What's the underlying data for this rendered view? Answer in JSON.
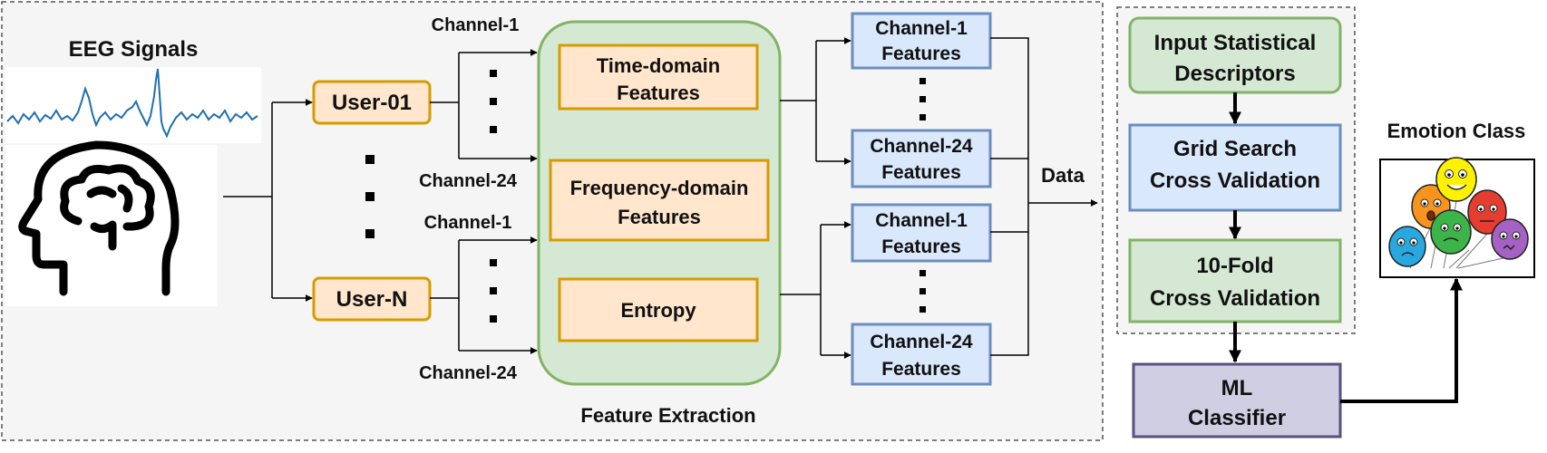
{
  "signal_panel": {
    "title": "EEG Signals"
  },
  "users": [
    {
      "label": "User-01"
    },
    {
      "label": "User-N"
    }
  ],
  "channel_labels": {
    "top_user_first": "Channel-1",
    "top_user_last": "Channel-24",
    "bottom_user_first": "Channel-1",
    "bottom_user_last": "Channel-24"
  },
  "feature_extraction": {
    "caption": "Feature Extraction",
    "boxes": [
      {
        "line1": "Time-domain",
        "line2": "Features"
      },
      {
        "line1": "Frequency-domain",
        "line2": "Features"
      },
      {
        "line1": "Entropy",
        "line2": ""
      }
    ]
  },
  "channel_features": [
    {
      "line1": "Channel-1",
      "line2": "Features"
    },
    {
      "line1": "Channel-24",
      "line2": "Features"
    },
    {
      "line1": "Channel-1",
      "line2": "Features"
    },
    {
      "line1": "Channel-24",
      "line2": "Features"
    }
  ],
  "data_label": "Data",
  "pipeline": {
    "boxes": [
      {
        "line1": "Input Statistical",
        "line2": "Descriptors"
      },
      {
        "line1": "Grid Search",
        "line2": "Cross Validation"
      },
      {
        "line1": "10-Fold",
        "line2": "Cross Validation"
      }
    ],
    "classifier": {
      "line1": "ML",
      "line2": "Classifier"
    }
  },
  "output": {
    "title": "Emotion Class"
  },
  "colors": {
    "orange_fill": "#ffe6cc",
    "orange_stroke": "#d79b00",
    "green_fill": "#d5e8d4",
    "green_stroke": "#82b366",
    "blue_fill": "#dae8fc",
    "blue_stroke": "#6c8ebf",
    "purple_fill": "#d0cee2",
    "purple_stroke": "#56517e",
    "panel_fill": "#f5f5f5",
    "signal_line": "#1f6fb2"
  }
}
